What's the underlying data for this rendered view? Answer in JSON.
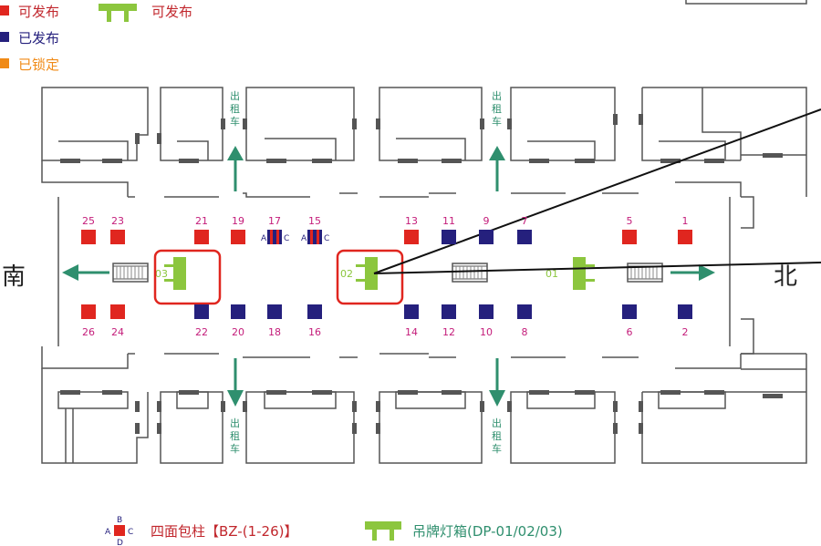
{
  "legend": {
    "top": [
      {
        "color": "#e0261f",
        "label": "可发布"
      },
      {
        "color": "#25207d",
        "label": "已发布"
      },
      {
        "color": "#f08a16",
        "label": "已锁定"
      }
    ],
    "lightbox_label": "可发布",
    "bottom_pillar": {
      "face_letters": [
        "A",
        "B",
        "C",
        "D"
      ],
      "label": "四面包柱【BZ-(1-26)】"
    },
    "bottom_lightbox": {
      "label": "吊牌灯箱(DP-01/02/03)"
    }
  },
  "colors": {
    "available": "#e0261f",
    "published": "#25207d",
    "locked": "#f08a16",
    "lightbox": "#8cc63e",
    "magenta_text": "#c41c7a",
    "label_red": "#c1272d",
    "teal": "#2f8f6e",
    "wall": "#555555",
    "highlight": "#e0261f"
  },
  "directions": {
    "south": "南",
    "north": "北"
  },
  "taxi": [
    "出",
    "租",
    "车"
  ],
  "pillars_top": [
    {
      "id": "25",
      "status": "available"
    },
    {
      "id": "23",
      "status": "available"
    },
    {
      "id": "21",
      "status": "available"
    },
    {
      "id": "19",
      "status": "available"
    },
    {
      "id": "17",
      "status": "mixed",
      "faces": [
        "A",
        "C"
      ]
    },
    {
      "id": "15",
      "status": "mixed",
      "faces": [
        "A",
        "C"
      ]
    },
    {
      "id": "13",
      "status": "available"
    },
    {
      "id": "11",
      "status": "published"
    },
    {
      "id": "9",
      "status": "published"
    },
    {
      "id": "7",
      "status": "published"
    },
    {
      "id": "5",
      "status": "available"
    },
    {
      "id": "1",
      "status": "available"
    }
  ],
  "pillars_bottom": [
    {
      "id": "26",
      "status": "available"
    },
    {
      "id": "24",
      "status": "available"
    },
    {
      "id": "22",
      "status": "published"
    },
    {
      "id": "20",
      "status": "published"
    },
    {
      "id": "18",
      "status": "published"
    },
    {
      "id": "16",
      "status": "published"
    },
    {
      "id": "14",
      "status": "published"
    },
    {
      "id": "12",
      "status": "published"
    },
    {
      "id": "10",
      "status": "published"
    },
    {
      "id": "8",
      "status": "published"
    },
    {
      "id": "6",
      "status": "published"
    },
    {
      "id": "2",
      "status": "published"
    }
  ],
  "lightboxes": [
    {
      "id": "03",
      "highlighted": true
    },
    {
      "id": "02",
      "highlighted": true
    },
    {
      "id": "01",
      "highlighted": false
    }
  ]
}
